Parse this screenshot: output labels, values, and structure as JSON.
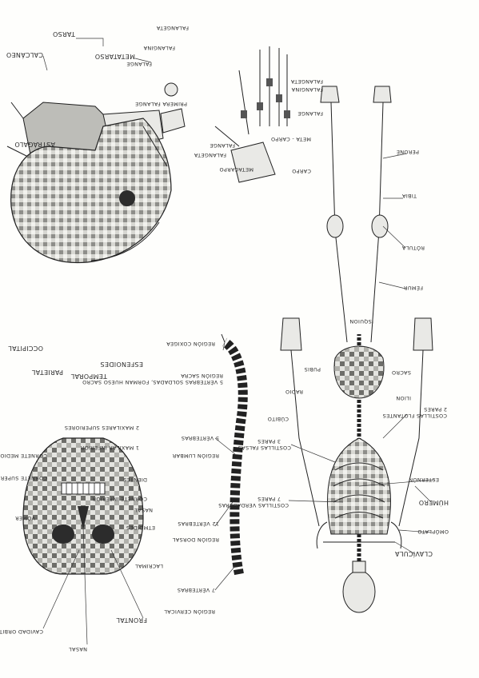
{
  "foot": {
    "tarso": "TARSO",
    "calcaneo": "CALCÁNEO",
    "metatarso": "METATARSO",
    "falange": "FALANGE",
    "falangina": "FALANGINA",
    "falangeta": "FALANGETA",
    "primera_falange": "PRIMERA FALANGE",
    "astragalo": "ASTRÁGALO"
  },
  "hand": {
    "falangeta": "FALANGETA",
    "falangina": "FALANGINA",
    "falange": "FALANGE",
    "metacarpo": "META - CARPO",
    "carpo": "CARPO",
    "falangeta_left": "FALANGETA",
    "falange_left": "FALANGE",
    "metacarpo_left": "METACARPO"
  },
  "skull_side": {
    "occipital": "OCCIPITAL",
    "parietal": "PARIETAL",
    "temporal": "TEMPORAL",
    "esfenoides": "ESFENOIDES"
  },
  "skeleton": {
    "perone": "PERONÉ",
    "tibia": "TIBIA",
    "rotula": "RÓTULA",
    "femur": "FÉMUR",
    "isquion": "ISQUION",
    "pubis": "PUBIS",
    "sacro": "SACRO",
    "radio": "RADIO",
    "cubito": "CÚBITO",
    "ilion": "ILION",
    "costillas_flotantes": "COSTILLAS FLOTANTES",
    "pares_2": "2 PARES",
    "costillas_falsas": "COSTILLAS FALSAS",
    "pares_3": "3 PARES",
    "esternon": "ESTERNÓN",
    "humero": "HÚMERO",
    "costillas_verdaderas": "COSTILLAS VERDADERAS",
    "pares_7": "7 PARES",
    "omoplato": "OMÓPLATO",
    "clavicula": "CLAVÍCULA"
  },
  "spine": {
    "coxigea": "REGIÓN COXIGEA",
    "sacra": "REGIÓN SACRA",
    "sacra_desc": "5 VÉRTEBRAS SOLDADAS, FORMAN HUESO SACRO",
    "lumbar": "REGIÓN LUMBAR",
    "lumbar_desc": "5 VÉRTEBRAS",
    "dorsal": "REGIÓN DORSAL",
    "dorsal_desc": "12 VÉRTEBRAS",
    "cervical": "REGIÓN CERVICAL",
    "cervical_desc": "7 VÉRTEBRAS"
  },
  "skull_front": {
    "maxilares_superiores": "2 MAXILARES SUPERIORES",
    "maxilar_inferior": "1 MAXILAR INFERIOR",
    "cornete_medio": "CORNETE MEDIO",
    "cornete_superior": "CORNETE SUPERIOR",
    "dientes": "DIENTES",
    "cornete_inferior": "CORNETE INFERIOR",
    "nasal": "NASAL",
    "vomer": "VÓMER",
    "etmoides": "ETMOIDES",
    "lacrimal": "LACRIMAL",
    "frontal": "FRONTAL",
    "cavidad_orbitaria": "CAVIDAD ORBITARIA",
    "nasal_bottom": "NASAL"
  }
}
